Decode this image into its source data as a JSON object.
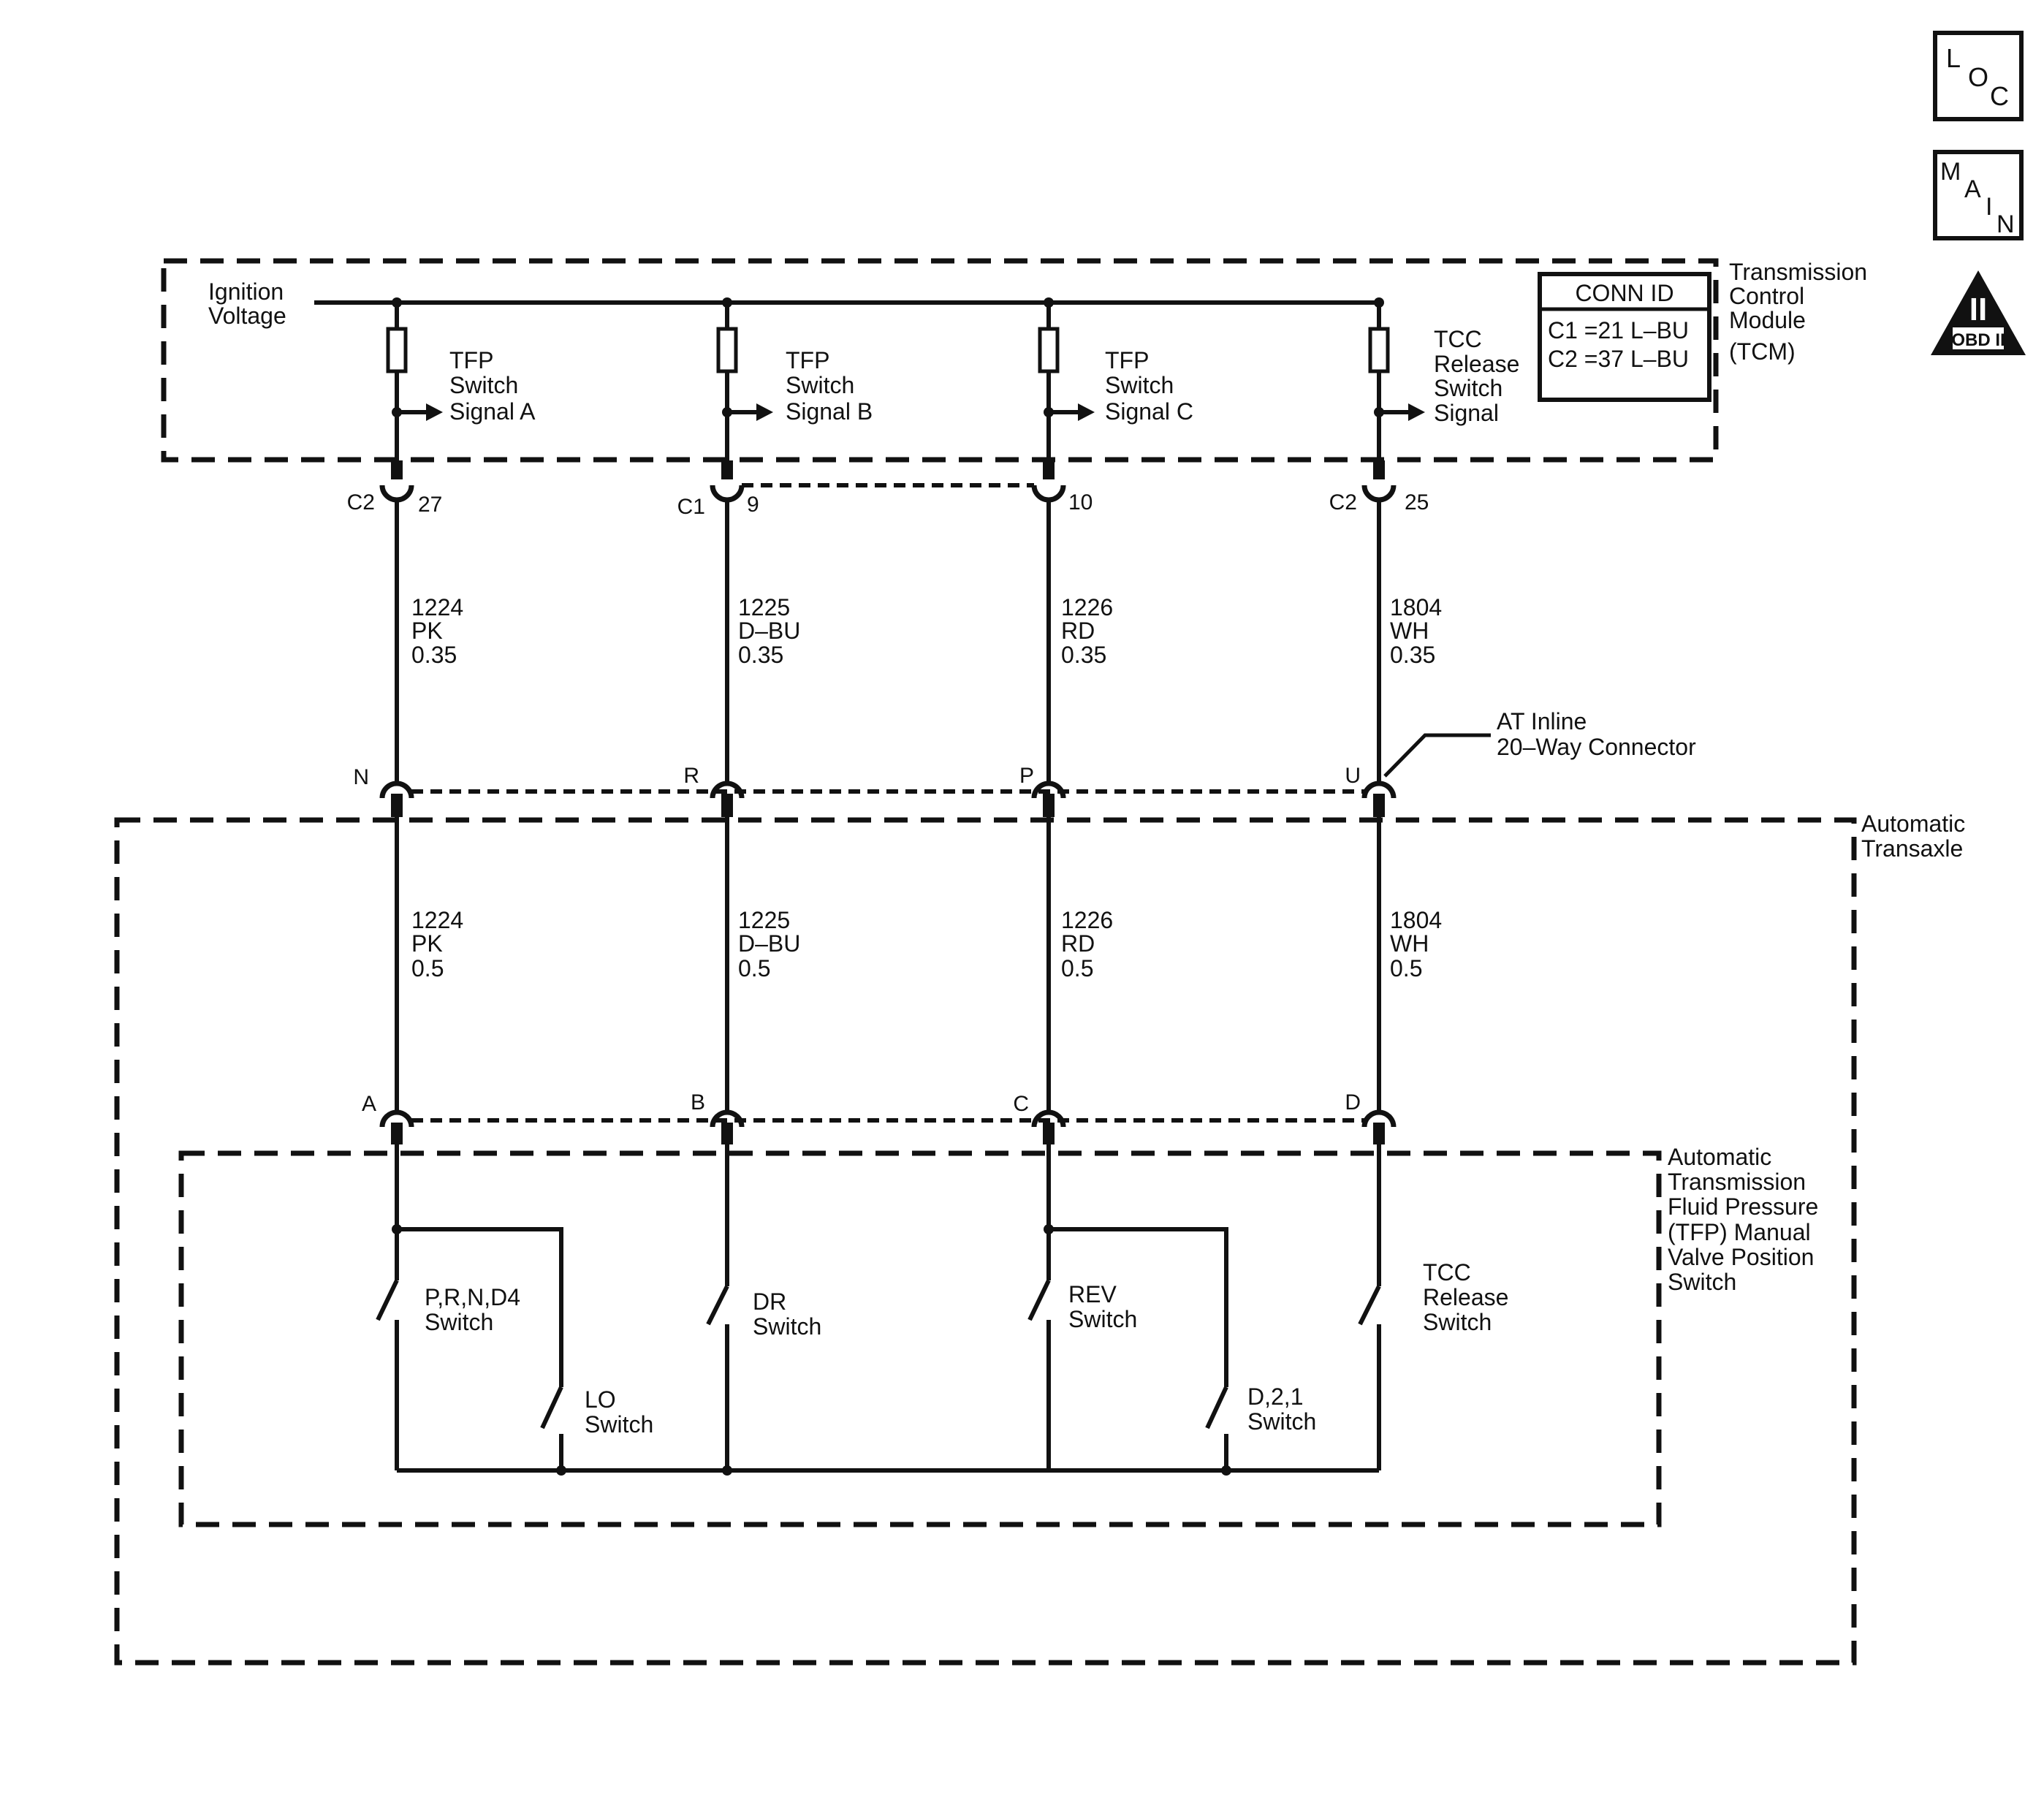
{
  "header_icons": {
    "loc": [
      "L",
      "O",
      "C"
    ],
    "main": [
      "M",
      "A",
      "I",
      "N"
    ],
    "obd": {
      "numeral": "II",
      "label": "OBD II"
    }
  },
  "tcm": {
    "ignition": [
      "Ignition",
      "Voltage"
    ],
    "name": [
      "Transmission",
      "Control",
      "Module",
      "(TCM)"
    ],
    "conn_id": {
      "title": "CONN ID",
      "rows": [
        "C1 =21 L–BU",
        "C2 =37 L–BU"
      ]
    }
  },
  "columns": [
    {
      "signal": [
        "TFP",
        "Switch",
        "Signal A"
      ],
      "tcm_conn": "C2",
      "tcm_pin": "27",
      "upper_wire": [
        "1224",
        "PK",
        "0.35"
      ],
      "inline_pin": "N",
      "lower_wire": [
        "1224",
        "PK",
        "0.5"
      ],
      "switch_pin": "A"
    },
    {
      "signal": [
        "TFP",
        "Switch",
        "Signal B"
      ],
      "tcm_conn": "C1",
      "tcm_pin": "9",
      "upper_wire": [
        "1225",
        "D–BU",
        "0.35"
      ],
      "inline_pin": "R",
      "lower_wire": [
        "1225",
        "D–BU",
        "0.5"
      ],
      "switch_pin": "B"
    },
    {
      "signal": [
        "TFP",
        "Switch",
        "Signal C"
      ],
      "tcm_conn": "",
      "tcm_pin": "10",
      "upper_wire": [
        "1226",
        "RD",
        "0.35"
      ],
      "inline_pin": "P",
      "lower_wire": [
        "1226",
        "RD",
        "0.5"
      ],
      "switch_pin": "C"
    },
    {
      "signal": [
        "TCC",
        "Release",
        "Switch",
        "Signal"
      ],
      "tcm_conn": "C2",
      "tcm_pin": "25",
      "upper_wire": [
        "1804",
        "WH",
        "0.35"
      ],
      "inline_pin": "U",
      "lower_wire": [
        "1804",
        "WH",
        "0.5"
      ],
      "switch_pin": "D"
    }
  ],
  "inline_connector": [
    "AT Inline",
    "20–Way Connector"
  ],
  "transaxle": [
    "Automatic",
    "Transaxle"
  ],
  "tfp_switch_assembly": [
    "Automatic",
    "Transmission",
    "Fluid Pressure",
    "(TFP) Manual",
    "Valve Position",
    "Switch"
  ],
  "switches": {
    "prnd4": [
      "P,R,N,D4",
      "Switch"
    ],
    "lo": [
      "LO",
      "Switch"
    ],
    "dr": [
      "DR",
      "Switch"
    ],
    "rev": [
      "REV",
      "Switch"
    ],
    "d21": [
      "D,2,1",
      "Switch"
    ],
    "tcc": [
      "TCC",
      "Release",
      "Switch"
    ]
  }
}
